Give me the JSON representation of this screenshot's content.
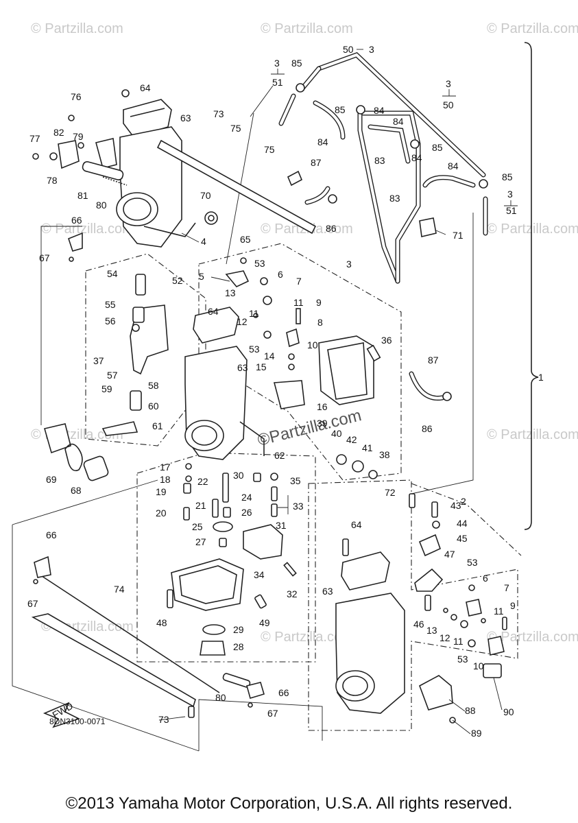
{
  "watermark": "© Partzilla.com",
  "watermark_center": "©Partzilla.com",
  "callouts": [
    "1",
    "2",
    "3",
    "4",
    "5",
    "6",
    "7",
    "8",
    "9",
    "10",
    "11",
    "12",
    "13",
    "14",
    "15",
    "16",
    "17",
    "18",
    "19",
    "20",
    "21",
    "22",
    "24",
    "25",
    "26",
    "27",
    "28",
    "29",
    "30",
    "31",
    "32",
    "33",
    "34",
    "35",
    "36",
    "37",
    "38",
    "39",
    "40",
    "41",
    "42",
    "43",
    "44",
    "45",
    "46",
    "47",
    "48",
    "49",
    "50",
    "51",
    "52",
    "53",
    "54",
    "55",
    "56",
    "57",
    "58",
    "59",
    "60",
    "61",
    "62",
    "63",
    "64",
    "65",
    "66",
    "67",
    "68",
    "69",
    "70",
    "71",
    "72",
    "73",
    "74",
    "75",
    "76",
    "77",
    "78",
    "79",
    "80",
    "81",
    "82",
    "83",
    "84",
    "85",
    "86",
    "87",
    "88",
    "89",
    "90"
  ],
  "fwd_label": "FWD",
  "drawing_code": "8DN3100-0071",
  "footer": "©2013 Yamaha Motor Corporation, U.S.A. All rights reserved."
}
